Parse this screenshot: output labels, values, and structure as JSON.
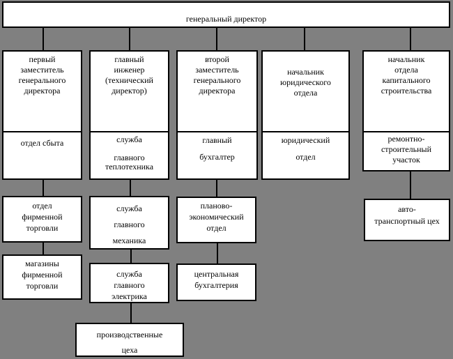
{
  "diagram_type": "org-chart",
  "colors": {
    "background": "#808080",
    "box_fill": "#ffffff",
    "box_border": "#000000",
    "connector": "#000000",
    "text": "#000000"
  },
  "nodes": [
    {
      "name": "general-director",
      "text": "генеральный директор"
    },
    {
      "name": "first-deputy-general-director",
      "text": "первый\nзаместитель\nгенерального\nдиректора"
    },
    {
      "name": "chief-engineer-technical-director",
      "text": "главный\nинженер\n(технический\nдиректор)"
    },
    {
      "name": "second-deputy-general-director",
      "text": "второй\nзаместитель\nгенерального\nдиректора"
    },
    {
      "name": "head-of-legal-department",
      "text": "начальник\nюридического\nотдела"
    },
    {
      "name": "head-of-capital-construction-department",
      "text": "начальник\nотдела\nкапитального\nстроительства"
    },
    {
      "name": "sales-department",
      "text": "отдел сбыта"
    },
    {
      "name": "chief-heat-engineer-service",
      "text": "служба\n\nглавного\nтеплотехника"
    },
    {
      "name": "chief-accountant",
      "text": "главный\n\nбухгалтер"
    },
    {
      "name": "legal-department",
      "text": "юридический\n\nотдел"
    },
    {
      "name": "repair-construction-section",
      "text": "ремонтно-\nстроительный\nучасток"
    },
    {
      "name": "brand-trade-department",
      "text": "отдел\nфирменной\nторговли"
    },
    {
      "name": "chief-mechanic-service",
      "text": "служба\nглавного\nмеханика"
    },
    {
      "name": "planning-economic-department",
      "text": "планово-\nэкономический\nотдел"
    },
    {
      "name": "auto-transport-shop",
      "text": "авто-\nтранспортный цех"
    },
    {
      "name": "brand-trade-stores",
      "text": "магазины\nфирменной\nторговли"
    },
    {
      "name": "chief-electrician-service",
      "text": "служба\nглавного\nэлектрика"
    },
    {
      "name": "central-accounting",
      "text": "центральная\nбухгалтерия"
    },
    {
      "name": "production-shops",
      "text": "производственные\nцеха"
    }
  ]
}
